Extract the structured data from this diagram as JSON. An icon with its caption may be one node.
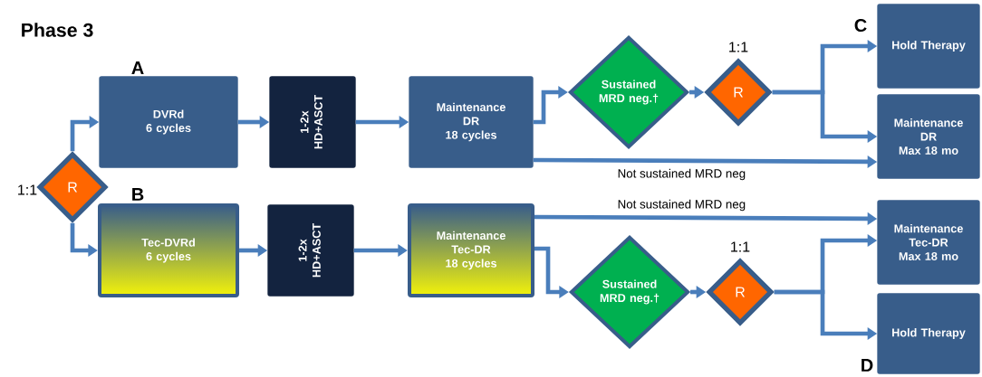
{
  "diagram": {
    "title": "Phase 3",
    "nodes": [
      {
        "text": [
          "R"
        ],
        "beside": [
          "1:1"
        ]
      },
      {
        "text": [
          "DVRd",
          "6 cycles"
        ],
        "beside": [
          "A"
        ]
      },
      {
        "text": [
          "Tec-DVRd",
          "6 cycles"
        ],
        "beside": [
          "B"
        ]
      },
      {
        "text": [
          "1-2x",
          "HD+ASCT"
        ]
      },
      {
        "text": [
          "1-2x",
          "HD+ASCT"
        ]
      },
      {
        "text": [
          "Maintenance",
          "DR",
          "18 cycles"
        ]
      },
      {
        "text": [
          "Maintenance",
          "Tec-DR",
          "18 cycles"
        ]
      },
      {
        "text": [
          "Sustained MRD neg.†"
        ]
      },
      {
        "text": [
          "R"
        ],
        "beside": [
          "1:1"
        ]
      },
      {
        "text": [
          "Hold Therapy"
        ],
        "beside": [
          "C"
        ]
      },
      {
        "text": [
          "Maintenance",
          "DR",
          "Max 18 mo"
        ]
      },
      {
        "text": [
          "Sustained MRD neg.†"
        ]
      },
      {
        "text": [
          "R"
        ],
        "beside": [
          "1:1"
        ]
      },
      {
        "text": [
          "Maintenance",
          "Tec-DR",
          "Max 18 mo"
        ]
      },
      {
        "text": [
          "Hold Therapy"
        ],
        "beside": [
          "D"
        ]
      }
    ],
    "edges": [
      {
        "from": 0,
        "to": 1,
        "arrow": "to"
      },
      {
        "from": 0,
        "to": 2,
        "arrow": "to"
      },
      {
        "from": 1,
        "to": 3,
        "arrow": "to"
      },
      {
        "from": 2,
        "to": 4,
        "arrow": "to"
      },
      {
        "from": 3,
        "to": 5,
        "arrow": "to"
      },
      {
        "from": 4,
        "to": 6,
        "arrow": "to"
      },
      {
        "from": 5,
        "to": 7,
        "arrow": "to"
      },
      {
        "from": 5,
        "to": 10,
        "label": "Not sustained MRD neg",
        "arrow": "to"
      },
      {
        "from": 7,
        "to": 8,
        "arrow": "to"
      },
      {
        "from": 8,
        "to": 9,
        "arrow": "to"
      },
      {
        "from": 8,
        "to": 10,
        "arrow": "to"
      },
      {
        "from": 6,
        "to": 11,
        "arrow": "to"
      },
      {
        "from": 6,
        "to": 13,
        "label": "Not sustained MRD neg",
        "arrow": "to"
      },
      {
        "from": 11,
        "to": 12,
        "arrow": "to"
      },
      {
        "from": 12,
        "to": 13,
        "arrow": "to"
      },
      {
        "from": 12,
        "to": 14,
        "arrow": "to"
      }
    ]
  }
}
